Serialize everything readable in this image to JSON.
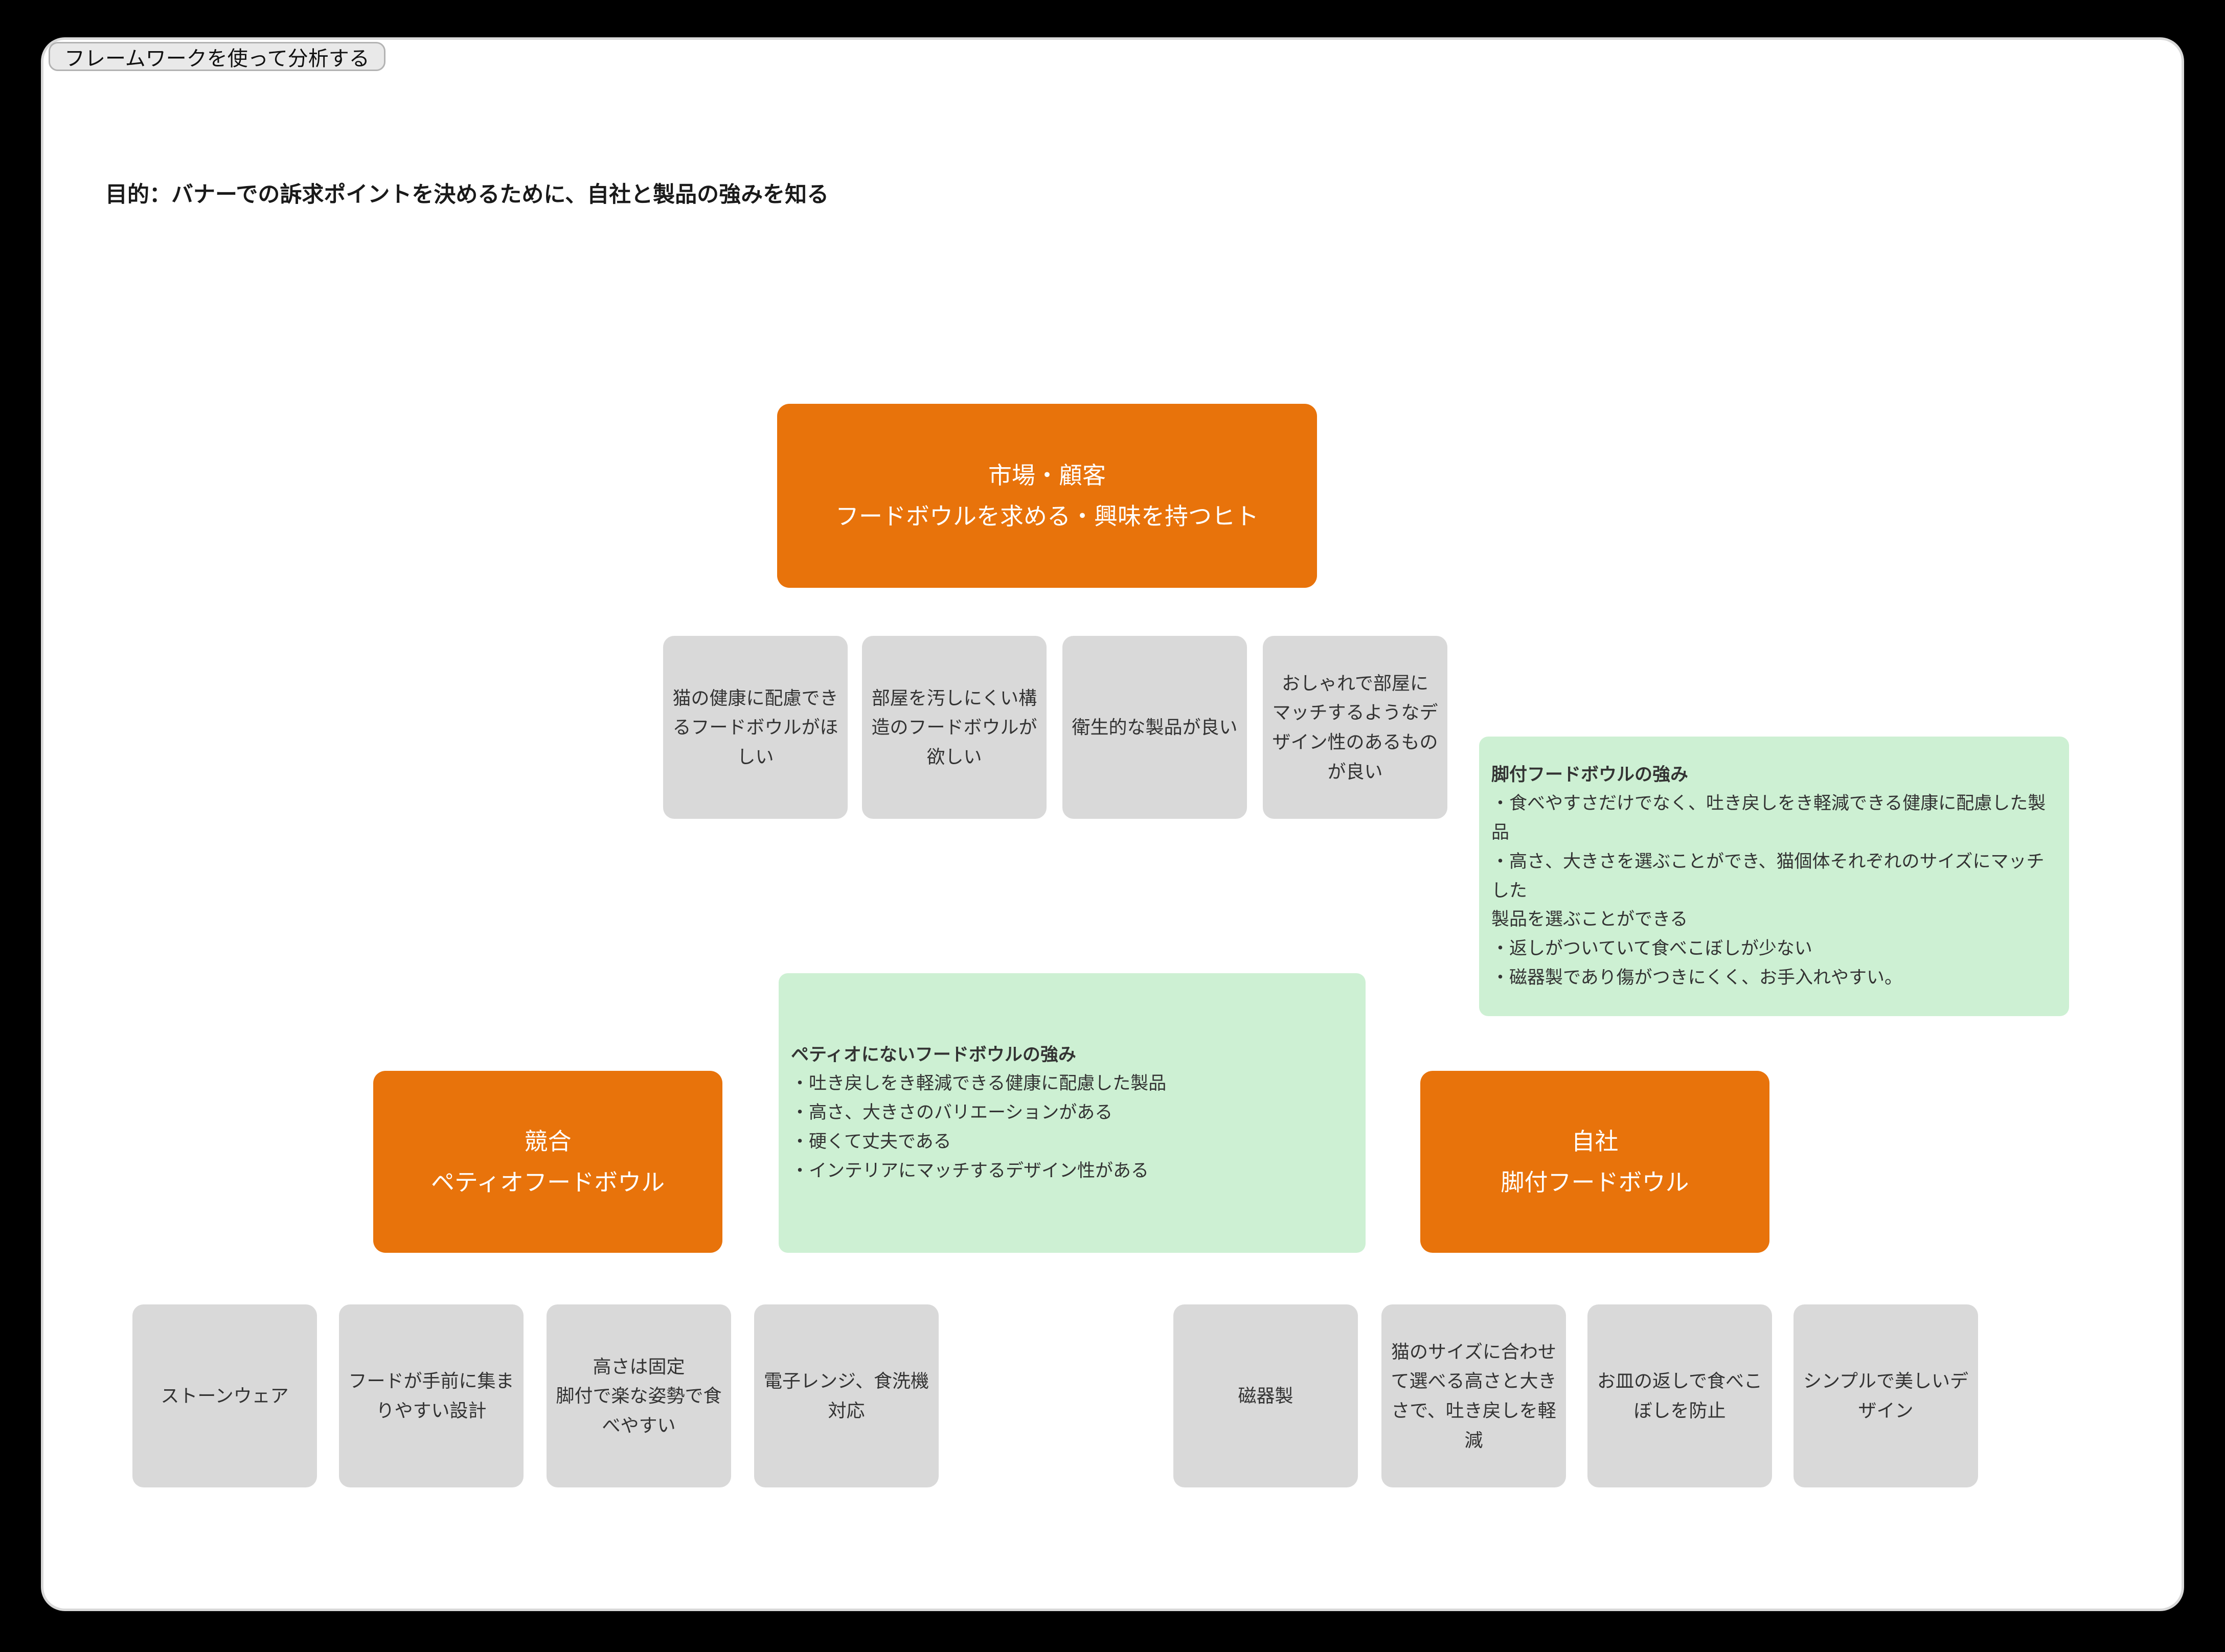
{
  "colors": {
    "background": "#000000",
    "canvas": "#ffffff",
    "orange": "#e8730b",
    "green": "#cdf0d3",
    "gray_note": "#d9d9d9",
    "note_text": "#333333",
    "tag_bg": "#e9e9e9",
    "tag_border": "#b3b3b3"
  },
  "page": {
    "tag_label": "フレームワークを使って分析する",
    "purpose": "目的：バナーでの訴求ポイントを決めるために、自社と製品の強みを知る"
  },
  "market_box": {
    "text": "市場・顧客\nフードボウルを求める・興味を持つヒト"
  },
  "needs_notes": [
    {
      "text": "猫の健康に配慮でき\nるフードボウルがほ\nしい"
    },
    {
      "text": "部屋を汚しにくい構\n造のフードボウルが\n欲しい"
    },
    {
      "text": "衛生的な製品が良い"
    },
    {
      "text": "おしゃれで部屋に\nマッチするようなデ\nザイン性のあるもの\nが良い"
    }
  ],
  "strengths_company": {
    "title": "脚付フードボウルの強み",
    "body": "・食べやすさだけでなく、吐き戻しをき軽減できる健康に配慮した製品\n・高さ、大きさを選ぶことができ、猫個体それぞれのサイズにマッチした\n製品を選ぶことができる\n・返しがついていて食べこぼしが少ない\n・磁器製であり傷がつきにくく、お手入れやすい。"
  },
  "strengths_unique": {
    "title": "ペティオにないフードボウルの強み",
    "body": "・吐き戻しをき軽減できる健康に配慮した製品\n・高さ、大きさのバリエーションがある\n・硬くて丈夫である\n・インテリアにマッチするデザイン性がある"
  },
  "competitor_box": {
    "text": "競合\nペティオフードボウル"
  },
  "company_box": {
    "text": "自社\n脚付フードボウル"
  },
  "competitor_notes": [
    {
      "text": "ストーンウェア"
    },
    {
      "text": "フードが手前に集ま\nりやすい設計"
    },
    {
      "text": "高さは固定\n脚付で楽な姿勢で食\nべやすい"
    },
    {
      "text": "電子レンジ、食洗機\n対応"
    }
  ],
  "company_notes": [
    {
      "text": "磁器製"
    },
    {
      "text": "猫のサイズに合わせ\nて選べる高さと大き\nさで、吐き戻しを軽\n減"
    },
    {
      "text": "お皿の返しで食べこ\nぼしを防止"
    },
    {
      "text": "シンプルで美しいデ\nザイン"
    }
  ]
}
